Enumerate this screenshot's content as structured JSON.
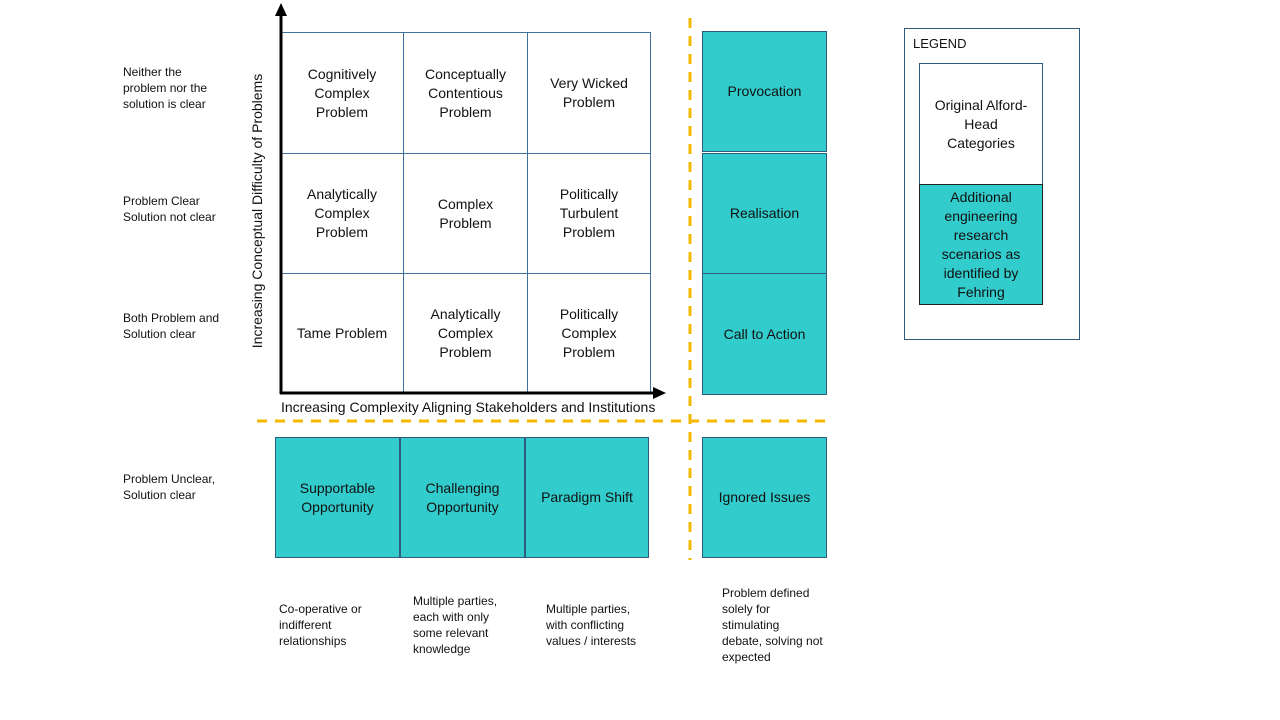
{
  "row_labels": [
    "Neither the\nproblem nor the\nsolution is clear",
    "Problem Clear\nSolution not clear",
    "Both Problem and\nSolution clear",
    "Problem Unclear,\nSolution clear"
  ],
  "y_axis_label": "Increasing Conceptual Difficulty of Problems",
  "x_axis_label": "Increasing Complexity Aligning Stakeholders and Institutions",
  "grid": [
    [
      "Cognitively\nComplex\nProblem",
      "Conceptually\nContentious\nProblem",
      "Very Wicked\nProblem"
    ],
    [
      "Analytically\nComplex\nProblem",
      "Complex\nProblem",
      "Politically\nTurbulent\nProblem"
    ],
    [
      "Tame Problem",
      "Analytically\nComplex\nProblem",
      "Politically\nComplex\nProblem"
    ]
  ],
  "right_column": [
    "Provocation",
    "Realisation",
    "Call to Action"
  ],
  "bottom_row": [
    "Supportable\nOpportunity",
    "Challenging\nOpportunity",
    "Paradigm Shift"
  ],
  "corner_cell": "Ignored Issues",
  "descriptions": [
    "Co-operative or\nindifferent\nrelationships",
    "Multiple parties,\neach with only\nsome relevant\nknowledge",
    "Multiple parties,\nwith conflicting\nvalues / interests",
    "Problem defined\nsolely for\nstimulating\ndebate, solving not\nexpected"
  ],
  "legend": {
    "title": "LEGEND",
    "original": "Original Alford-\nHead\nCategories",
    "additional": "Additional\nengineering\nresearch\nscenarios as\nidentified by\nFehring"
  },
  "colors": {
    "teal": "#33cccc",
    "cell_border": "#41719c",
    "dashed_line": "#f5b800",
    "axis": "#000000"
  }
}
